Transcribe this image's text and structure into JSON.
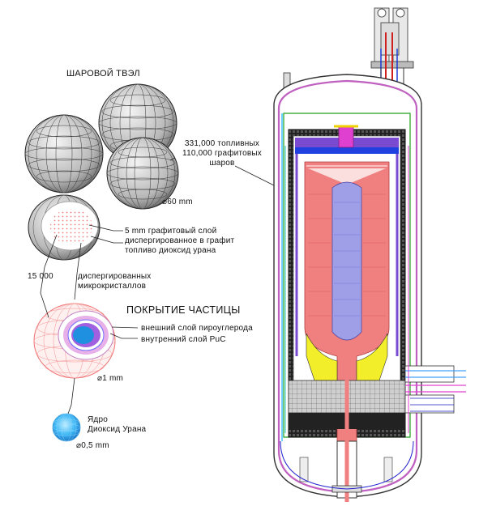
{
  "labels": {
    "pebble_title": "ШАРОВОЙ ТВЭЛ",
    "pebble_diameter": "⌀60 mm",
    "graphite_layer_1": "5 mm графитовый слой",
    "graphite_layer_2": "диспергированное в графит",
    "graphite_layer_3": "топливо диоксид урана",
    "count_15000": "15 000",
    "microcrystals_1": "диспергированных",
    "microcrystals_2": "микрокристаллов",
    "coating_title": "ПОКРЫТИЕ ЧАСТИЦЫ",
    "outer_layer": "внешний слой пироуглерода",
    "inner_layer": "внутренний слой PuC",
    "particle_diameter": "⌀1 mm",
    "kernel_1": "Ядро",
    "kernel_2": "Диоксид Урана",
    "kernel_diameter": "⌀0,5 mm",
    "fuel_count_1": "331,000 топливных",
    "fuel_count_2": "110,000 графитовых",
    "fuel_count_3": "шаров"
  },
  "colors": {
    "core": "#f07f7f",
    "core_inner": "#9f9fe8",
    "vessel_outline": "#c060c0",
    "graphite_dark": "#2a2a2a",
    "yellow_zone": "#f2ee2a",
    "kernel": "#4fc3ff",
    "particle_outer": "#f29494"
  },
  "icons": [
    "sphere-wireframe",
    "particle-cross-section",
    "reactor-vessel"
  ]
}
